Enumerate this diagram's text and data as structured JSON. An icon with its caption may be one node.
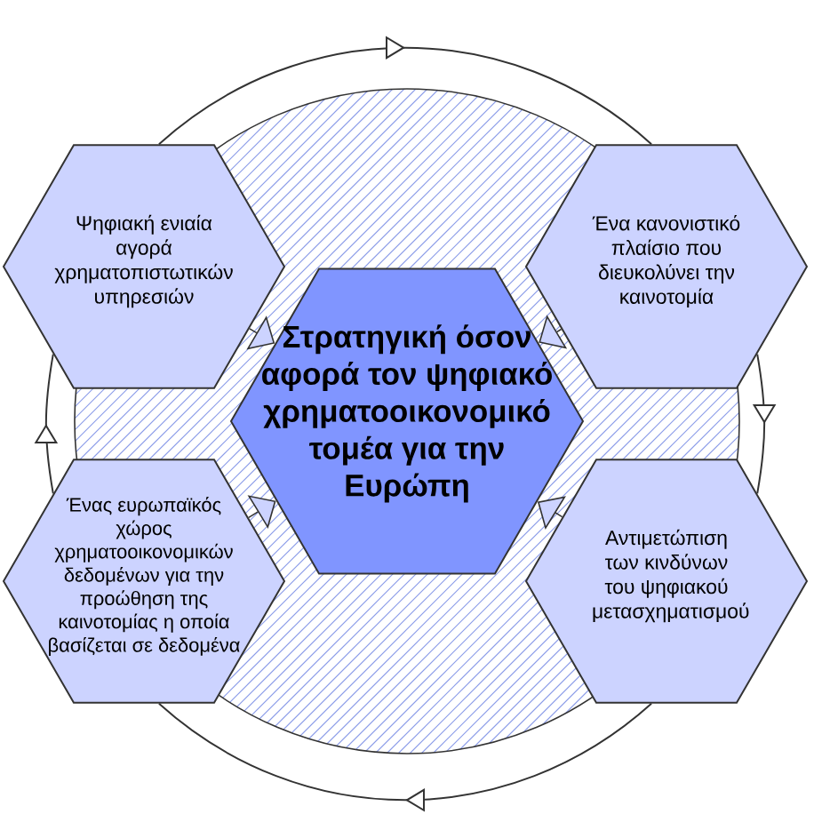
{
  "diagram": {
    "nodes": [
      {
        "text": [
          "Ψηφιακή ενιαία αγορά χρηματοπιστωτικών υπηρεσιών"
        ]
      },
      {
        "text": [
          "Ένα κανονιστικό πλαίσιο που διευκολύνει την καινοτομία"
        ]
      },
      {
        "text": [
          "Στρατηγική όσον αφορά τον ψηφιακό χρηματοοικονομικό τομέα για την Ευρώπη"
        ]
      },
      {
        "text": [
          "Ένας ευρωπαϊκός χώρος χρηματοοικονομικών δεδομένων για την προώθηση της καινοτομίας η οποία βασίζεται σε δεδομένα"
        ]
      },
      {
        "text": [
          "Αντιμετώπιση των κινδύνων του ψηφιακού μετασχηματισμού"
        ]
      }
    ],
    "edges": [
      {
        "from": 0,
        "to": 2,
        "arrow": "to"
      },
      {
        "from": 1,
        "to": 2,
        "arrow": "to"
      },
      {
        "from": 3,
        "to": 2,
        "arrow": "to"
      },
      {
        "from": 4,
        "to": 2,
        "arrow": "to"
      },
      {
        "from": 0,
        "to": 1,
        "arrow": "to"
      },
      {
        "from": 1,
        "to": 4,
        "arrow": "to"
      },
      {
        "from": 4,
        "to": 3,
        "arrow": "to"
      },
      {
        "from": 3,
        "to": 0,
        "arrow": "to"
      }
    ]
  }
}
